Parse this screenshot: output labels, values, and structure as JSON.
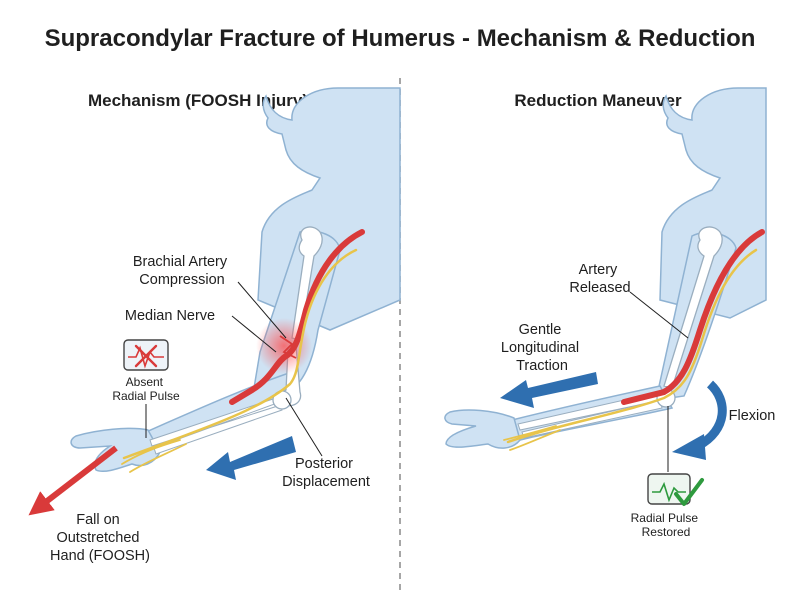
{
  "title": "Supracondylar Fracture of Humerus - Mechanism & Reduction",
  "left": {
    "heading": "Mechanism (FOOSH Injury)",
    "artery_label": [
      "Brachial Artery",
      "Compression"
    ],
    "nerve_label": "Median Nerve",
    "pulse_label": [
      "Absent",
      "Radial Pulse"
    ],
    "displacement_label": [
      "Posterior",
      "Displacement"
    ],
    "fall_label": [
      "Fall on",
      "Outstretched",
      "Hand (FOOSH)"
    ],
    "pulse_icon": "crossed-pulse-icon"
  },
  "right": {
    "heading": "Reduction Maneuver",
    "artery_label": [
      "Artery",
      "Released"
    ],
    "traction_label": [
      "Gentle",
      "Longitudinal",
      "Traction"
    ],
    "flexion_label": "Flexion",
    "pulse_label": [
      "Radial Pulse",
      "Restored"
    ],
    "pulse_icon": "ecg-check-icon"
  },
  "colors": {
    "skin": "#cfe2f3",
    "skin_outline": "#8fb2d2",
    "artery": "#d93a3a",
    "nerve": "#e8c44a",
    "arrow_blue": "#2f6fb0",
    "arrow_red": "#d93a3a",
    "check_green": "#2e9a3e"
  }
}
